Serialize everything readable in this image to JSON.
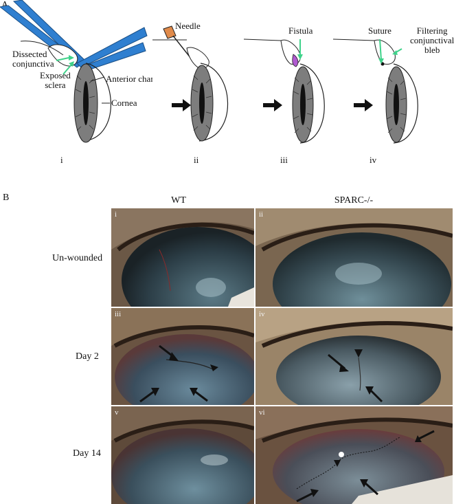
{
  "panel_a": {
    "letter": "A",
    "sub_labels": [
      "i",
      "ii",
      "iii",
      "iv"
    ],
    "labels": {
      "dissected_conjunctiva": "Dissected\nconjunctiva",
      "exposed_sclera": "Exposed\nsclera",
      "anterior_chamber": "Anterior chamber",
      "cornea": "Cornea",
      "needle": "Needle",
      "fistula": "Fistula",
      "suture": "Suture",
      "filtering_bleb": "Filtering\nconjunctival\nbleb"
    }
  },
  "panel_b": {
    "letter": "B",
    "columns": [
      "WT",
      "SPARC-/-"
    ],
    "rows": [
      "Un-wounded",
      "Day 2",
      "Day 14"
    ],
    "photo_labels": [
      "i",
      "ii",
      "iii",
      "iv",
      "v",
      "vi"
    ]
  },
  "colors": {
    "forceps_blue": "#2f7fd0",
    "pointer_green": "#3fd28a",
    "needle_orange": "#e08a4a",
    "fistula_purple": "#b05ad0",
    "cornea_gray": "#7d7d7d"
  }
}
